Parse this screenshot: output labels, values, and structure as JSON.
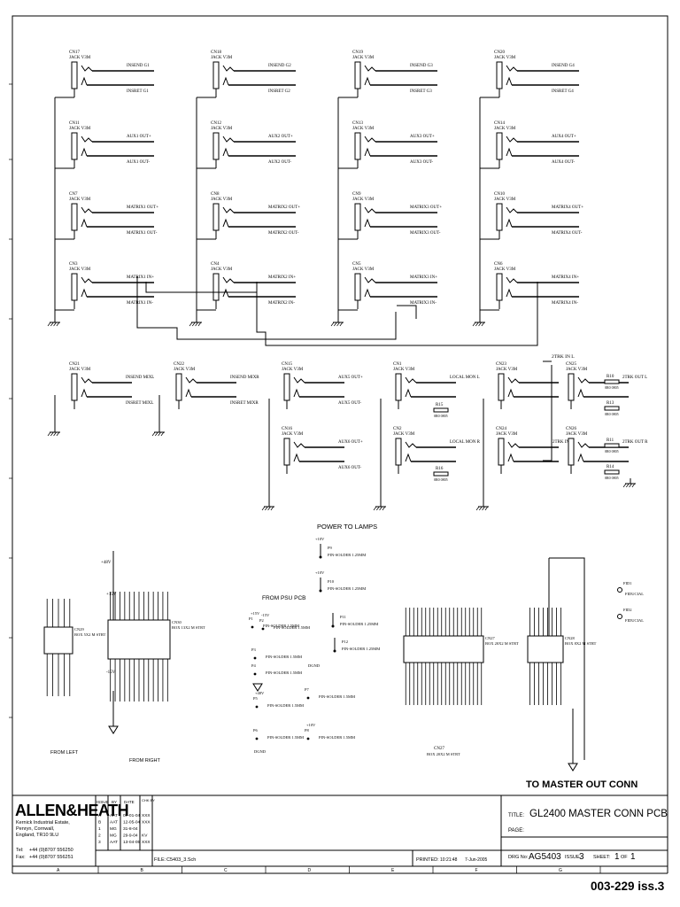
{
  "connectors_row1": [
    {
      "ref": "CN17",
      "type": "JACK V3M",
      "net_tip": "INSEND G1",
      "net_ring": "INSRET G1"
    },
    {
      "ref": "CN18",
      "type": "JACK V3M",
      "net_tip": "INSEND G2",
      "net_ring": "INSRET G2"
    },
    {
      "ref": "CN19",
      "type": "JACK V3M",
      "net_tip": "INSEND G3",
      "net_ring": "INSRET G3"
    },
    {
      "ref": "CN20",
      "type": "JACK V3M",
      "net_tip": "INSEND G4",
      "net_ring": "INSRET G4"
    }
  ],
  "connectors_row2": [
    {
      "ref": "CN11",
      "type": "JACK V3M",
      "net_tip": "AUX1 OUT+",
      "net_ring": "AUX1 OUT-"
    },
    {
      "ref": "CN12",
      "type": "JACK V3M",
      "net_tip": "AUX2 OUT+",
      "net_ring": "AUX2 OUT-"
    },
    {
      "ref": "CN13",
      "type": "JACK V3M",
      "net_tip": "AUX3 OUT+",
      "net_ring": "AUX3 OUT-"
    },
    {
      "ref": "CN14",
      "type": "JACK V3M",
      "net_tip": "AUX4 OUT+",
      "net_ring": "AUX4 OUT-"
    }
  ],
  "connectors_row3": [
    {
      "ref": "CN7",
      "type": "JACK V3M",
      "net_tip": "MATRIX1 OUT+",
      "net_ring": "MATRIX1 OUT-"
    },
    {
      "ref": "CN8",
      "type": "JACK V3M",
      "net_tip": "MATRIX2 OUT+",
      "net_ring": "MATRIX2 OUT-"
    },
    {
      "ref": "CN9",
      "type": "JACK V3M",
      "net_tip": "MATRIX3 OUT+",
      "net_ring": "MATRIX3 OUT-"
    },
    {
      "ref": "CN10",
      "type": "JACK V3M",
      "net_tip": "MATRIX4 OUT+",
      "net_ring": "MATRIX4 OUT-"
    }
  ],
  "connectors_row4": [
    {
      "ref": "CN3",
      "type": "JACK V3M",
      "net_tip": "MATRIX1 IN+",
      "net_ring": "MATRIX1 IN-"
    },
    {
      "ref": "CN4",
      "type": "JACK V3M",
      "net_tip": "MATRIX2 IN+",
      "net_ring": "MATRIX2 IN-"
    },
    {
      "ref": "CN5",
      "type": "JACK V3M",
      "net_tip": "MATRIX3 IN+",
      "net_ring": "MATRIX3 IN-"
    },
    {
      "ref": "CN6",
      "type": "JACK V3M",
      "net_tip": "MATRIX4 IN+",
      "net_ring": "MATRIX4 IN-"
    }
  ],
  "connectors_mid": [
    {
      "ref": "CN21",
      "type": "JACK V3M",
      "net_tip": "INSEND MIXL",
      "net_ring": "INSRET MIXL"
    },
    {
      "ref": "CN22",
      "type": "JACK V3M",
      "net_tip": "INSEND MIXR",
      "net_ring": "INSRET MIXR"
    },
    {
      "ref": "CN15",
      "type": "JACK V3M",
      "net_tip": "AUX5 OUT+",
      "net_ring": "AUX5 OUT-"
    },
    {
      "ref": "CN16",
      "type": "JACK V3M",
      "net_tip": "AUX6 OUT+",
      "net_ring": "AUX6 OUT-"
    },
    {
      "ref": "CN1",
      "type": "JACK V3M",
      "net_tip": "LOCAL MON L",
      "net_ring": ""
    },
    {
      "ref": "CN2",
      "type": "JACK V3M",
      "net_tip": "LOCAL MON R",
      "net_ring": ""
    },
    {
      "ref": "CN23",
      "type": "JACK V3M",
      "net_tip": "",
      "net_ring": ""
    },
    {
      "ref": "CN24",
      "type": "JACK V3M",
      "net_tip": "2TRK IN R",
      "net_ring": ""
    },
    {
      "ref": "CN25",
      "type": "JACK V3M",
      "net_tip": "2TRK OUT L",
      "net_ring": ""
    },
    {
      "ref": "CN26",
      "type": "JACK V3M",
      "net_tip": "2TRK OUT R",
      "net_ring": ""
    }
  ],
  "net_2trk_in_l": "2TRK IN L",
  "resistors": [
    {
      "ref": "R15",
      "value": "0R0 0805"
    },
    {
      "ref": "R16",
      "value": "0R0 0805"
    },
    {
      "ref": "R10",
      "value": "0R0 0805"
    },
    {
      "ref": "R13",
      "value": "0R0 0805"
    },
    {
      "ref": "R11",
      "value": "0R0 0805"
    },
    {
      "ref": "R14",
      "value": "0R0 0805"
    }
  ],
  "power_section": {
    "title": "POWER TO LAMPS",
    "pins": [
      {
        "ref": "P9",
        "rail": "+10V",
        "type": "PIN-SOLDER 1.25MM"
      },
      {
        "ref": "P10",
        "rail": "+10V",
        "type": "PIN-SOLDER 1.25MM"
      },
      {
        "ref": "P11",
        "rail": "",
        "type": "PIN-SOLDER 1.25MM"
      },
      {
        "ref": "P12",
        "rail": "",
        "type": "PIN-SOLDER 1.25MM"
      }
    ],
    "dgnd": "DGND"
  },
  "psu_section": {
    "title": "FROM PSU PCB",
    "pins": [
      {
        "ref": "P1",
        "rail": "+15V",
        "type": "PIN-SOLDER 1.5MM"
      },
      {
        "ref": "P2",
        "rail": "-15V",
        "type": "PIN-SOLDER 1.5MM"
      },
      {
        "ref": "P3",
        "rail": "",
        "type": "PIN-SOLDER 1.5MM"
      },
      {
        "ref": "P4",
        "rail": "",
        "type": "PIN-SOLDER 1.5MM"
      },
      {
        "ref": "P5",
        "rail": "+48V",
        "type": "PIN-SOLDER 1.5MM"
      },
      {
        "ref": "P6",
        "rail": "",
        "type": "PIN-SOLDER 1.5MM"
      },
      {
        "ref": "P7",
        "rail": "",
        "type": "PIN-SOLDER 1.5MM"
      },
      {
        "ref": "P8",
        "rail": "+10V",
        "type": "PIN-SOLDER 1.5MM"
      }
    ],
    "dgnd": "DGND"
  },
  "headers": [
    {
      "ref": "CN29",
      "type": "BOX 5X2 M STRT",
      "caption": "FROM LEFT"
    },
    {
      "ref": "CN30",
      "type": "BOX 13X2 M STRT",
      "caption": "FROM RIGHT"
    },
    {
      "ref": "CN27",
      "type": "BOX 20X2 M STRT",
      "caption": ""
    },
    {
      "ref": "CN28",
      "type": "BOX 8X2 M STRT",
      "caption": ""
    }
  ],
  "rails": {
    "p48": "+48V",
    "p15": "+15V",
    "m15": "-15V"
  },
  "fiducials": [
    {
      "ref": "FID1",
      "label": "FIDUCIAL"
    },
    {
      "ref": "FID2",
      "label": "FIDUCIAL"
    }
  ],
  "to_master": "TO MASTER OUT CONN",
  "title_block": {
    "brand": "ALLEN&HEATH",
    "address": [
      "Kernick Industrial Estate,",
      "Penryn, Cornwall,",
      "England, TR10 9LU"
    ],
    "tel_label": "Tel:",
    "tel": "+44 (0)8707 556250",
    "fax_label": "Fax:",
    "fax": "+44 (0)8707 556251",
    "rev_headers": [
      "ISSUE",
      "BY",
      "DATE",
      "CHK BY"
    ],
    "revisions": [
      [
        "A",
        "AAT",
        "07-01-04",
        "XXX"
      ],
      [
        "B",
        "AAT",
        "12-05-04",
        "XXX"
      ],
      [
        "1",
        "MG",
        "31-8-04",
        ""
      ],
      [
        "2",
        "MG",
        "29-9-04",
        "KV"
      ],
      [
        "3",
        "AAT",
        "13-04-05",
        "XXX"
      ]
    ],
    "title_label": "TITLE:",
    "title": "GL2400 MASTER CONN PCB",
    "page_label": "PAGE:",
    "file_label": "FILE:",
    "file": "C5403_3.Sch",
    "printed_label": "PRINTED:",
    "printed_time": "10:21:48",
    "printed_date": "7-Jun-2005",
    "drg_label": "DRG No:",
    "drg": "AG5403",
    "issue_label": "ISSUE",
    "issue": "3",
    "sheet_label": "SHEET:",
    "sheet_num": "1",
    "sheet_of": "OF",
    "sheet_total": "1"
  },
  "grid_cols": [
    "A",
    "B",
    "C",
    "D",
    "E",
    "F",
    "G"
  ],
  "doc_number": "003-229 iss.3"
}
